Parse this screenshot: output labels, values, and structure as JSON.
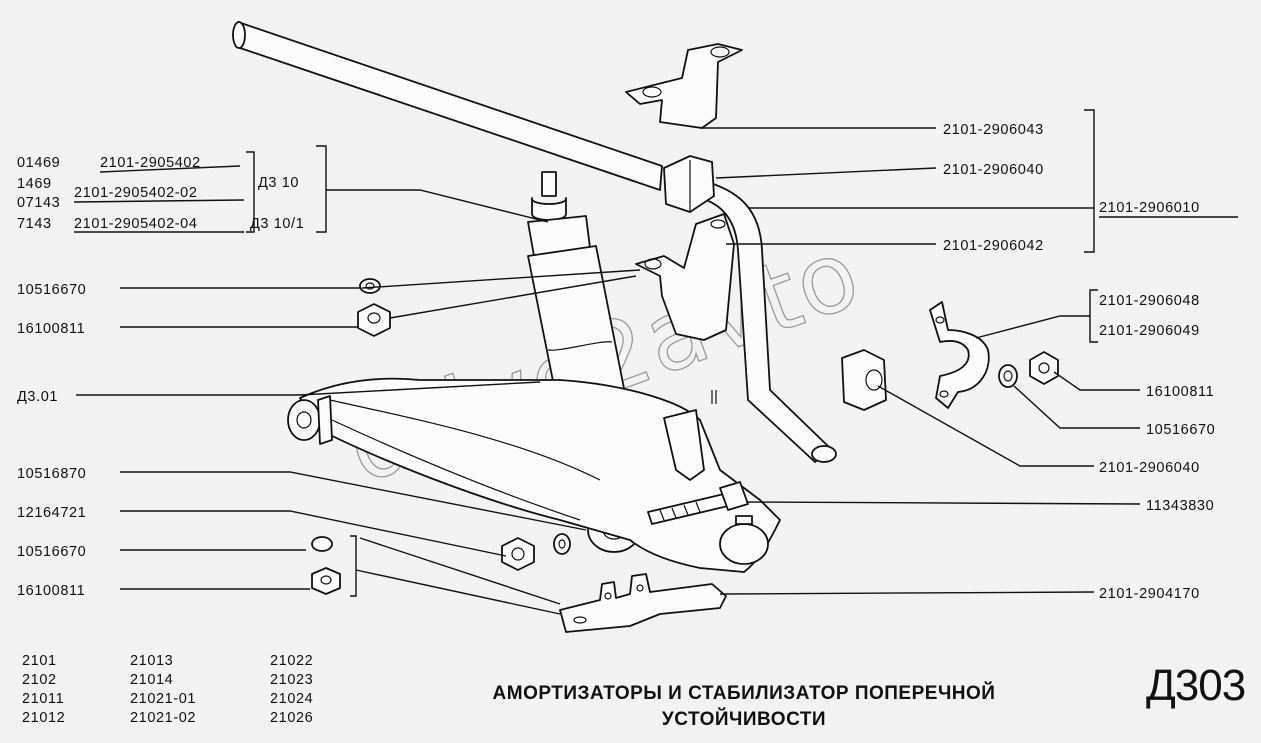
{
  "left_labels": {
    "shock_group": {
      "rows": [
        {
          "model": "01469",
          "part": "2101-2905402"
        },
        {
          "model": "1469",
          "part": ""
        },
        {
          "model": "07143",
          "part": "2101-2905402-02"
        },
        {
          "model": "7143",
          "part": "2101-2905402-04"
        }
      ],
      "ref_main": "Д3 10",
      "ref_alt": "Д3 10/1"
    },
    "items": [
      "10516670",
      "16100811",
      "Д3.01",
      "10516870",
      "12164721",
      "10516670",
      "16100811"
    ]
  },
  "right_labels": {
    "top_group": [
      "2101-2906043",
      "2101-2906040",
      "2101-2906042"
    ],
    "top_group_assembly": "2101-2906010",
    "bracket_pair": [
      "2101-2906048",
      "2101-2906049"
    ],
    "items": [
      "16100811",
      "10516670",
      "2101-2906040",
      "11343830",
      "2101-2904170"
    ]
  },
  "models": [
    [
      "2101",
      "21013",
      "21022"
    ],
    [
      "2102",
      "21014",
      "21023"
    ],
    [
      "21011",
      "21021-01",
      "21024"
    ],
    [
      "21012",
      "21021-02",
      "21026"
    ]
  ],
  "title": [
    "АМОРТИЗАТОРЫ И СТАБИЛИЗАТОР ПОПЕРЕЧНОЙ",
    "УСТОЙЧИВОСТИ"
  ],
  "page_code": "Д303",
  "watermark": "drive2avto"
}
